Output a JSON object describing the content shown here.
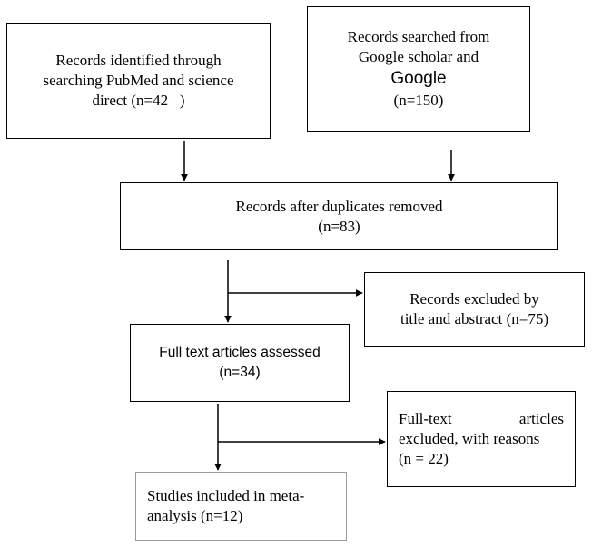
{
  "boxes": {
    "pubmed": {
      "lines": [
        "Records identified through",
        "searching PubMed and science",
        "direct (n=42   )"
      ]
    },
    "google": {
      "lines": [
        "Records searched from",
        "Google scholar and",
        "Google",
        "(n=150)"
      ]
    },
    "dedup": {
      "lines": [
        "Records after duplicates removed",
        "(n=83)"
      ]
    },
    "excluded_title": {
      "lines": [
        "Records excluded by",
        "title and abstract (n=75)"
      ]
    },
    "fulltext": {
      "lines": [
        "Full text articles assessed",
        "(n=34)"
      ]
    },
    "excluded_fulltext": {
      "line1_left": "Full-text",
      "line1_right": "articles",
      "lines": [
        "excluded, with reasons",
        "(n = 22)"
      ]
    },
    "included": {
      "lines": [
        "Studies included in meta-",
        "analysis (n=12)"
      ]
    }
  }
}
